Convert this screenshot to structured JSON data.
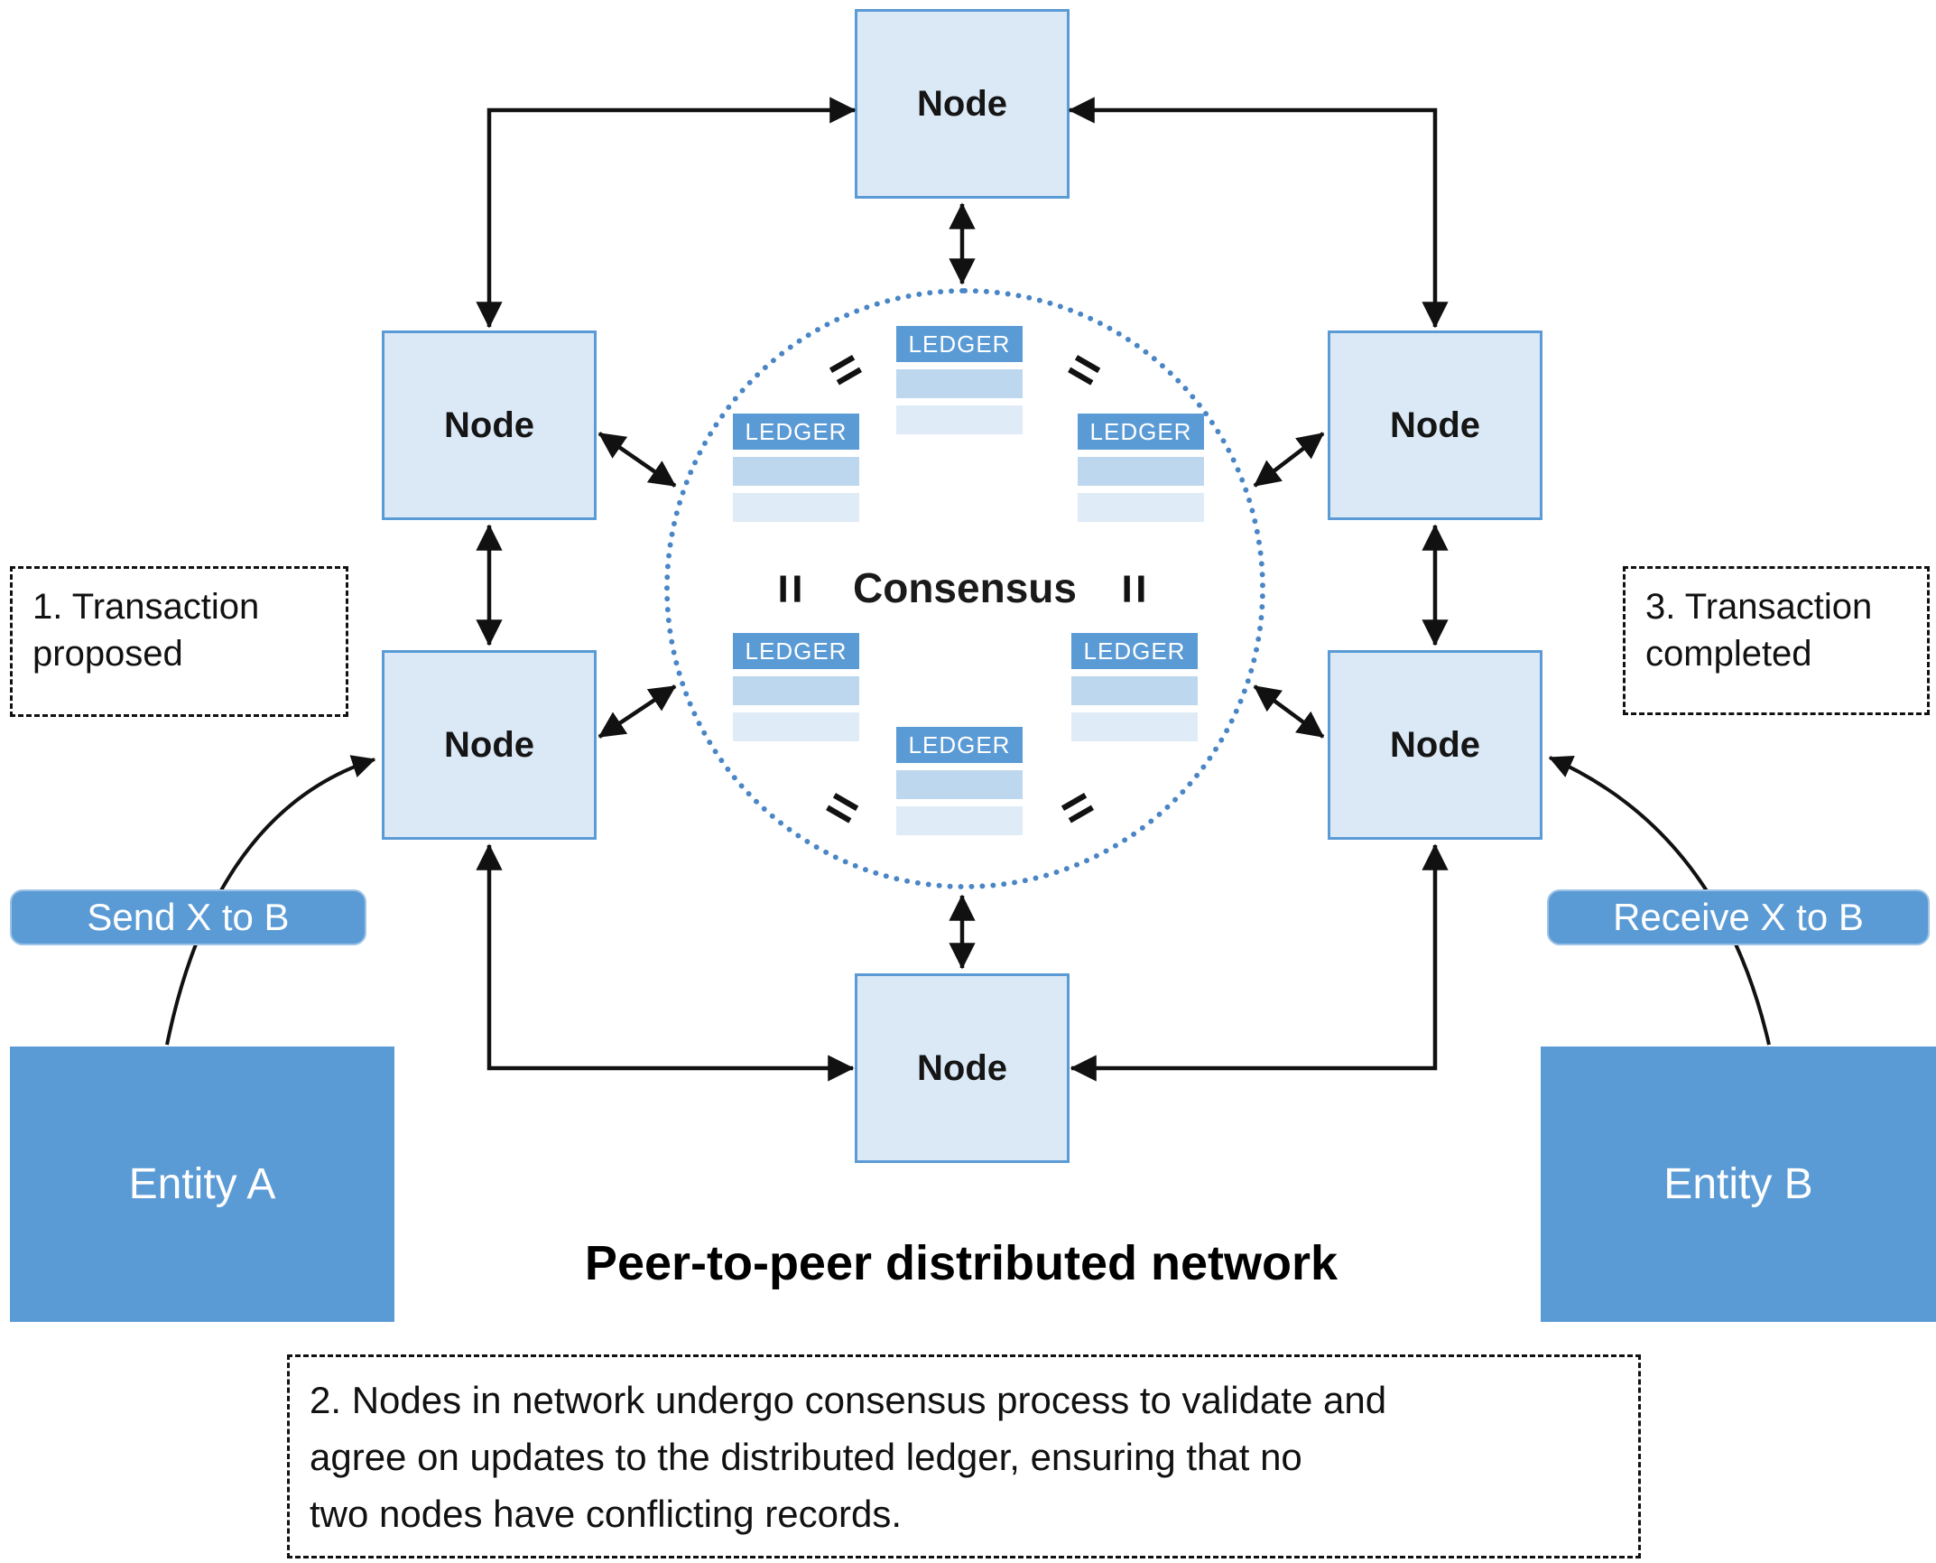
{
  "title": "Peer-to-peer distributed network",
  "nodes": {
    "top": "Node",
    "upper_left": "Node",
    "upper_right": "Node",
    "mid_left": "Node",
    "mid_right": "Node",
    "bottom": "Node"
  },
  "consensus": {
    "label": "Consensus",
    "ledger_label": "LEDGER",
    "equals": "="
  },
  "steps": {
    "step1": {
      "lines": [
        "1. Transaction",
        "proposed"
      ]
    },
    "step3": {
      "lines": [
        "3. Transaction",
        "completed"
      ]
    },
    "step2": {
      "lines": [
        "2. Nodes in network undergo consensus process to validate and",
        "agree on updates to the distributed ledger, ensuring that no",
        "two nodes have conflicting records."
      ]
    }
  },
  "labels": {
    "send": "Send X to B",
    "receive": "Receive X to B"
  },
  "entities": {
    "a": "Entity A",
    "b": "Entity B"
  },
  "colors": {
    "node_fill": "#dbe9f7",
    "node_border": "#5b9bd5",
    "accent_blue": "#5b9bd5",
    "ledger_row": "#bdd7ee",
    "ledger_row_light": "#dfebf7",
    "circle_dotted": "#4a86c5",
    "arrow": "#111111"
  }
}
